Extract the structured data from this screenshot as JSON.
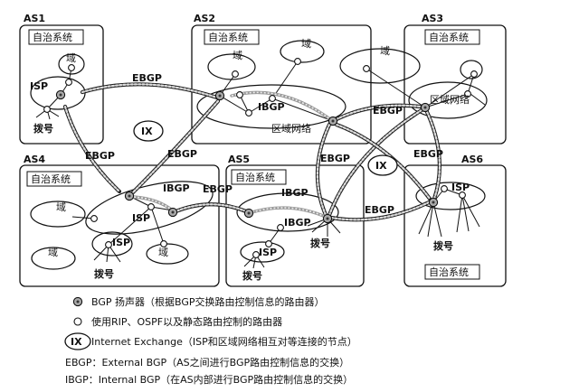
{
  "as_labels": [
    "AS1",
    "AS2",
    "AS3",
    "AS4",
    "AS5",
    "AS6"
  ],
  "autonomous_system": "自治系统",
  "domain": "域",
  "isp": "ISP",
  "dialup": "拨号",
  "regional_network": "区域网络",
  "ix": "IX",
  "ebgp": "EBGP",
  "ibgp": "IBGP",
  "legend": {
    "bgp_speaker": "BGP 扬声器（根据BGP交换路由控制信息的路由器）",
    "router": "使用RIP、OSPF以及静态路由控制的路由器",
    "ix_symbol": "IX",
    "ix_desc": "Internet Exchange（ISP和区域网络相互对等连接的节点）",
    "ebgp_desc": "EBGP：External BGP（AS之间进行BGP路由控制信息的交换）",
    "ibgp_desc": "IBGP：Internal BGP（在AS内部进行BGP路由控制信息的交换）"
  }
}
